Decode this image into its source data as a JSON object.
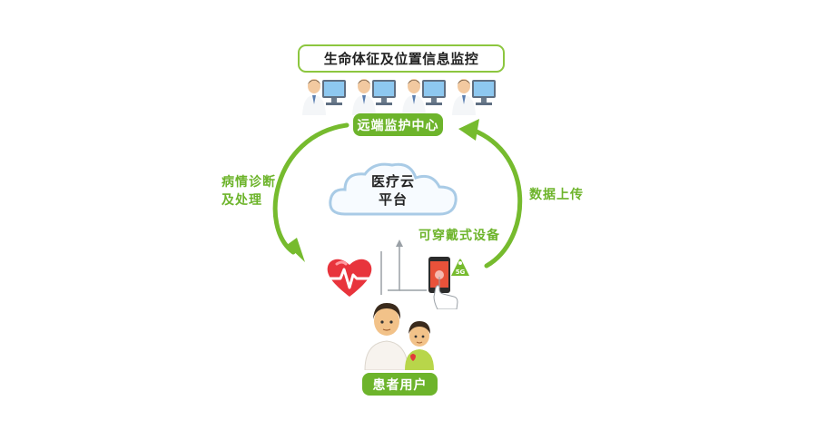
{
  "header": {
    "title": "生命体征及位置信息监控"
  },
  "center": {
    "monitor_label": "远端监护中心"
  },
  "cloud": {
    "line1": "医疗云",
    "line2": "平台"
  },
  "left_flow": {
    "line1": "病情诊断",
    "line2": "及处理"
  },
  "right_flow": {
    "label": "数据上传"
  },
  "device": {
    "label": "可穿戴式设备",
    "signal_badge": "5G"
  },
  "users": {
    "label": "患者用户"
  },
  "colors": {
    "accent": "#6db42b",
    "accent_light": "#8cc63f",
    "cloud_border": "#a9cbe6"
  },
  "icons": [
    "doctor-icon",
    "heart-icon",
    "phone-icon",
    "signal-icon",
    "patients-icon",
    "arrow-icon"
  ]
}
